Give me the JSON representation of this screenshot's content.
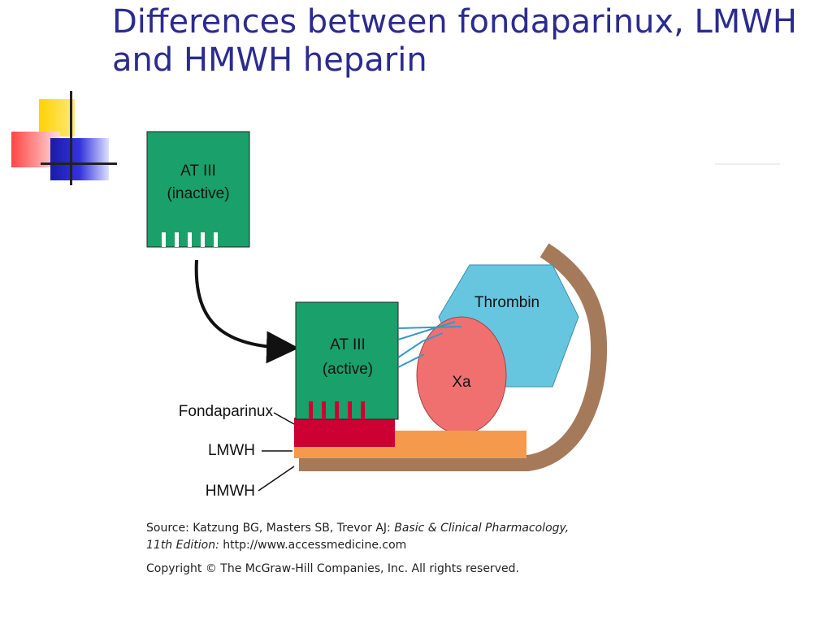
{
  "slide": {
    "title": "Differences between fondaparinux, LMWH and HMWH heparin"
  },
  "diagram": {
    "at_inactive_line1": "AT III",
    "at_inactive_line2": "(inactive)",
    "at_active_line1": "AT III",
    "at_active_line2": "(active)",
    "thrombin_label": "Thrombin",
    "xa_label": "Xa",
    "fondaparinux_label": "Fondaparinux",
    "lmwh_label": "LMWH",
    "hmwh_label": "HMWH"
  },
  "source": {
    "prefix": "Source: Katzung BG, Masters SB, Trevor AJ: ",
    "book": "Basic & Clinical Pharmacology,",
    "edition": "11th Edition:",
    "url": " http://www.accessmedicine.com",
    "copyright": "Copyright © The McGraw-Hill Companies, Inc. All rights reserved."
  },
  "colors": {
    "title": "#2b2b8f",
    "at_green": "#1aa06a",
    "thrombin_blue": "#66c6e0",
    "xa_red": "#f07070",
    "fondaparinux": "#cc0033",
    "lmwh": "#f59a4c",
    "hmwh": "#a57a5a"
  }
}
